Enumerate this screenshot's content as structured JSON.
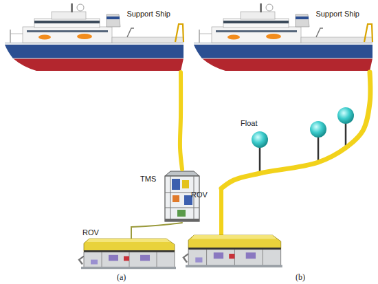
{
  "diagram": {
    "nodes": [
      {
        "text": [
          "Support Ship"
        ]
      },
      {
        "text": [
          "TMS"
        ]
      },
      {
        "text": [
          "ROV"
        ]
      },
      {
        "text": [
          "Support Ship"
        ]
      },
      {
        "text": [
          "ROV"
        ]
      }
    ],
    "edges": [
      {
        "from": 0,
        "to": 1,
        "arrow": "none"
      },
      {
        "from": 1,
        "to": 2,
        "arrow": "none"
      },
      {
        "from": 3,
        "to": 4,
        "arrow": "none"
      }
    ],
    "labels": [
      "Float",
      "(a)",
      "(b)"
    ]
  }
}
